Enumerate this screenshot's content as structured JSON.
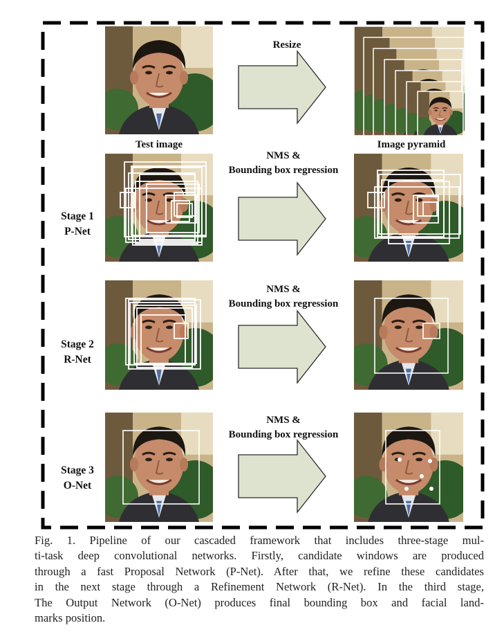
{
  "labels": {
    "resize": "Resize",
    "test_image": "Test image",
    "image_pyramid": "Image pyramid",
    "nms_1_a": "NMS &",
    "nms_1_b": "Bounding box regression",
    "nms_2_a": "NMS &",
    "nms_2_b": "Bounding box regression",
    "nms_3_a": "NMS &",
    "nms_3_b": "Bounding box regression"
  },
  "stages": [
    {
      "line1": "Stage 1",
      "line2": "P-Net"
    },
    {
      "line1": "Stage 2",
      "line2": "R-Net"
    },
    {
      "line1": "Stage 3",
      "line2": "O-Net"
    }
  ],
  "caption": {
    "line1": "Fig. 1.  Pipeline of our cascaded framework that includes three-stage mul-",
    "line2": "ti-task deep convolutional networks. Firstly, candidate windows are produced",
    "line3": "through a fast Proposal Network (P-Net). After that, we refine these candidates",
    "line4": "in the next stage through a Refinement Network (R-Net). In the third stage,",
    "line5": "The Output Network (O-Net) produces final bounding box and facial land-",
    "line6": "marks position."
  },
  "colors": {
    "arrow_fill": "#dde3cf",
    "arrow_stroke": "#2a2a2a",
    "frame": "#000000",
    "box": "#ffffff",
    "face": "#c58b6a",
    "hair": "#1d1712",
    "suit": "#2f2f33",
    "background_plants": "#2f5a2a",
    "background_wall": "#c9b48a"
  }
}
